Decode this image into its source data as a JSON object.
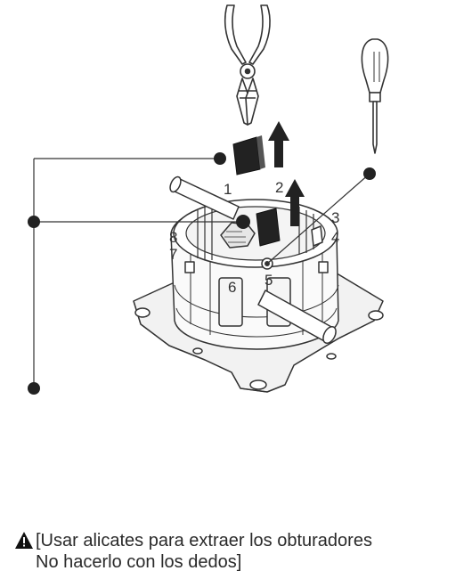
{
  "labels": {
    "l1": "1",
    "l2": "2",
    "l3": "3",
    "l4": "4",
    "l5": "5",
    "l6": "6",
    "l7": "7",
    "l8": "8"
  },
  "caption": {
    "line1": "[Usar alicates para extraer los obturadores",
    "line2": "No hacerlo con los dedos]"
  },
  "icons": {
    "warning": "warning-triangle-icon",
    "pliers": "pliers-icon",
    "screwdriver": "screwdriver-icon",
    "arrow": "arrow-up-icon"
  }
}
